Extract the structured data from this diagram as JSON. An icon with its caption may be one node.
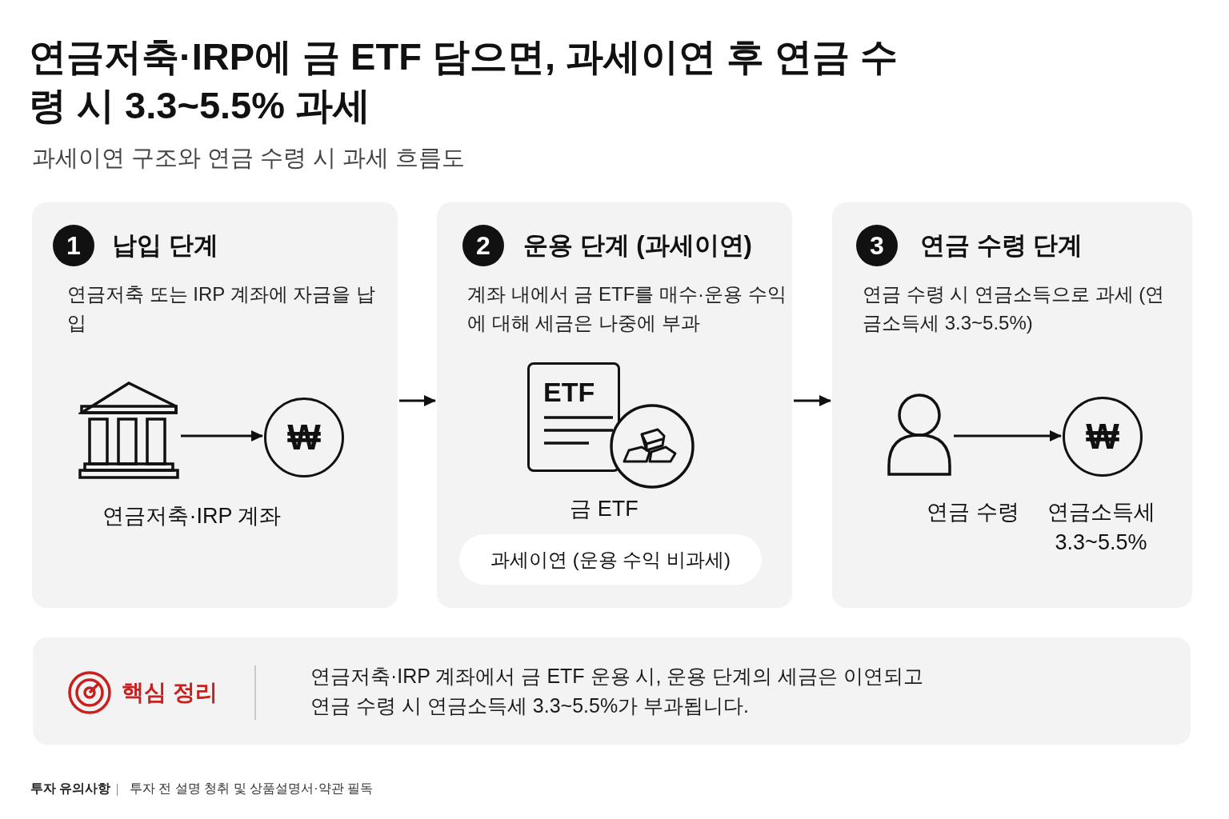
{
  "diagram": {
    "title": "연금저축·IRP에 금 ETF 담으면, 과세이연 후 연금 수령 시 3.3~5.5% 과세",
    "nodes": [
      {
        "text": [
          "1",
          "납입 단계",
          "연금저축 또는 IRP 계좌에 자금을 납입",
          "연금저축·IRP 계좌"
        ]
      },
      {
        "text": [],
        "shape": "picture",
        "in": 0
      },
      {
        "text": [
          "₩"
        ],
        "in": 0
      },
      {
        "text": [
          "2",
          "운용 단계 (과세이연)",
          "계좌 내에서 금 ETF를 매수·운용 수익에 대해 세금은 나중에 부과",
          "금 ETF"
        ]
      },
      {
        "text": [
          "ETF"
        ],
        "in": 3
      },
      {
        "text": [],
        "shape": "circle",
        "in": 3
      },
      {
        "text": [
          "과세이연 (운용 수익 비과세)"
        ],
        "in": 3
      },
      {
        "text": [
          "3",
          "연금 수령 단계",
          "연금 수령 시 연금소득으로 과세 (연금소득세 3.3~5.5%)"
        ]
      },
      {
        "text": [],
        "shape": "person",
        "in": 7,
        "beside": [
          "연금 수령"
        ]
      },
      {
        "text": [
          "₩"
        ],
        "in": 7,
        "beside": [
          "연금소득세 3.3~5.5%"
        ]
      },
      {
        "text": [
          "핵심 정리",
          "연금저축·IRP 계좌에서 금 ETF 운용 시, 운용 단계의 세금은 이연되고 연금 수령 시 연금소득세 3.3~5.5%가 부과됩니다."
        ]
      }
    ],
    "edges": [
      {
        "from": 0,
        "to": 3,
        "arrow": "to"
      },
      {
        "from": 3,
        "to": 7,
        "arrow": "to"
      },
      {
        "from": 1,
        "to": 2,
        "arrow": "to"
      },
      {
        "from": 8,
        "to": 9,
        "arrow": "to"
      }
    ],
    "labels": [
      "과세이연 구조와 연금 수령 시 과세 흐름도",
      "투자 유의사항",
      "투자 전 설명 청취 및 상품설명서·약관 필독"
    ]
  }
}
